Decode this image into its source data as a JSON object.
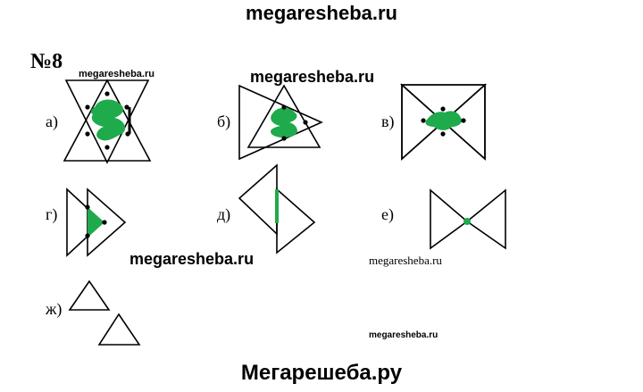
{
  "watermarks": {
    "top": "megaresheba.ru",
    "small_1": "megaresheba.ru",
    "mid_1": "megaresheba.ru",
    "mid_2": "megaresheba.ru",
    "small_2": "megaresheba.ru",
    "small_3": "megaresheba.ru",
    "bottom": "Мегарешеба.ру"
  },
  "problem_number": "№8",
  "figures": {
    "a": "а)",
    "b": "б)",
    "v": "в)",
    "g": "г)",
    "d": "д)",
    "e": "е)",
    "zh": "ж)"
  },
  "colors": {
    "fill": "#1faa4b",
    "stroke": "#000000"
  }
}
